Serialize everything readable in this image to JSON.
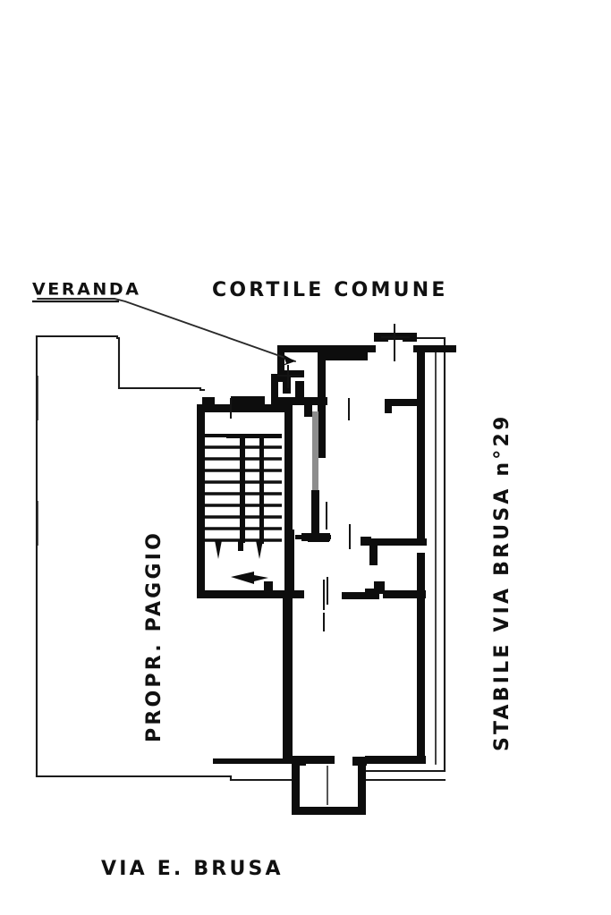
{
  "document": {
    "type": "architectural-floor-plan",
    "style": "hand-lettered scanned cadastral plan",
    "background_color": "#ffffff",
    "ink_color": "#111111"
  },
  "labels": {
    "veranda": {
      "text": "VERANDA",
      "position": "top-left",
      "underlined": true,
      "has_leader_line": true,
      "leader_target": "veranda-structure-top-middle"
    },
    "cortile_comune": {
      "text": "CORTILE COMUNE",
      "position": "top-center",
      "underlined": false
    },
    "propr_paggio": {
      "text": "PROPR. PAGGIO",
      "position": "left-vertical",
      "rotation": -90
    },
    "stabile_via_brusa": {
      "text": "STABILE VIA BRUSA n°29",
      "position": "right-vertical",
      "rotation": -90
    },
    "via_e_brusa": {
      "text": "VIA E. BRUSA",
      "position": "bottom-center"
    }
  },
  "plan_features": {
    "neighbor_property_outline": "thin stepped boundary on the left labelled PROPR. PAGGIO",
    "staircase": {
      "name": "main-staircase",
      "flights": 2,
      "tread_count": 9,
      "has_central_handrail": true,
      "direction_arrow": "right"
    },
    "entrance_vestibule": {
      "name": "entrance-vestibule",
      "position": "bottom-center",
      "opens_to": "VIA E. BRUSA"
    },
    "veranda_structure": {
      "name": "veranda",
      "position": "top-middle"
    },
    "rooms": [
      {
        "name": "stairwell-hall"
      },
      {
        "name": "upper-right-room"
      },
      {
        "name": "middle-right-room"
      },
      {
        "name": "lower-right-room"
      },
      {
        "name": "lower-center-room"
      }
    ],
    "openings": {
      "windows": 4,
      "doors": 3
    }
  }
}
